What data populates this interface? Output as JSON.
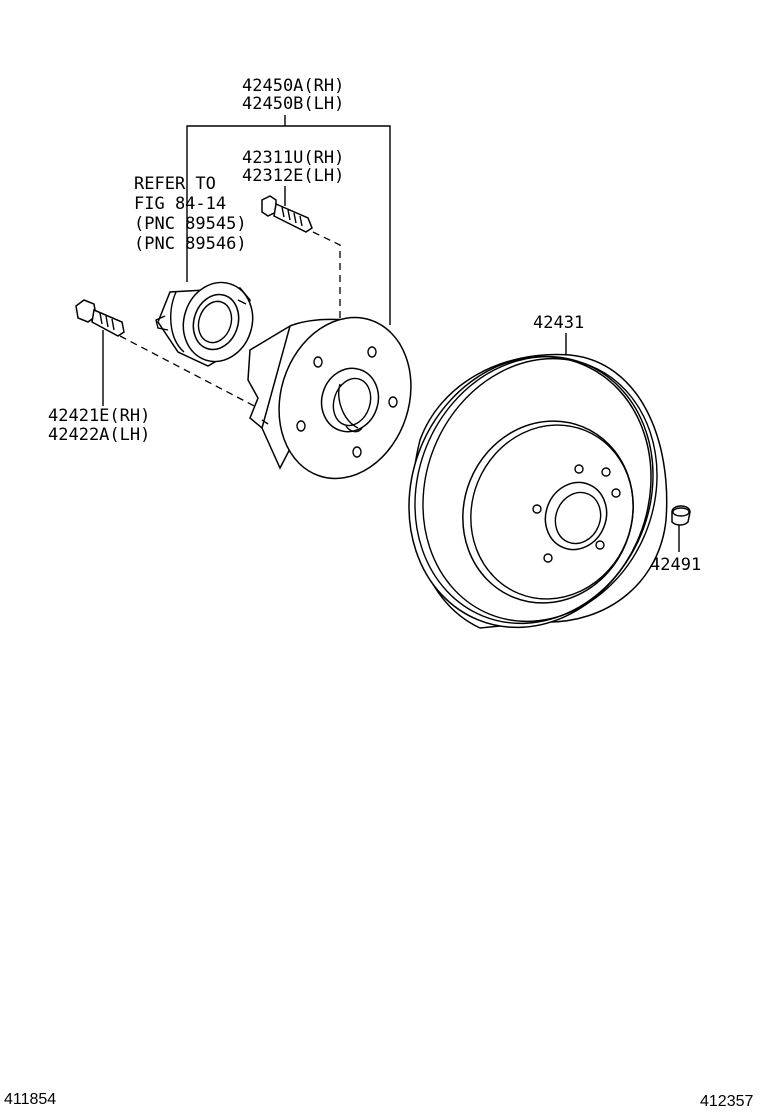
{
  "labels": {
    "hub_rh": "42450A(RH)",
    "hub_lh": "42450B(LH)",
    "stud_rh": "42311U(RH)",
    "stud_lh": "42312E(LH)",
    "refer_1": "REFER TO",
    "refer_2": "FIG 84-14",
    "refer_3": "(PNC 89545)",
    "refer_4": "(PNC 89546)",
    "bolt_rh": "42421E(RH)",
    "bolt_lh": "42422A(LH)",
    "disc": "42431",
    "plug": "42491"
  },
  "footer": {
    "left_code": "411854",
    "right_code": "412357"
  }
}
